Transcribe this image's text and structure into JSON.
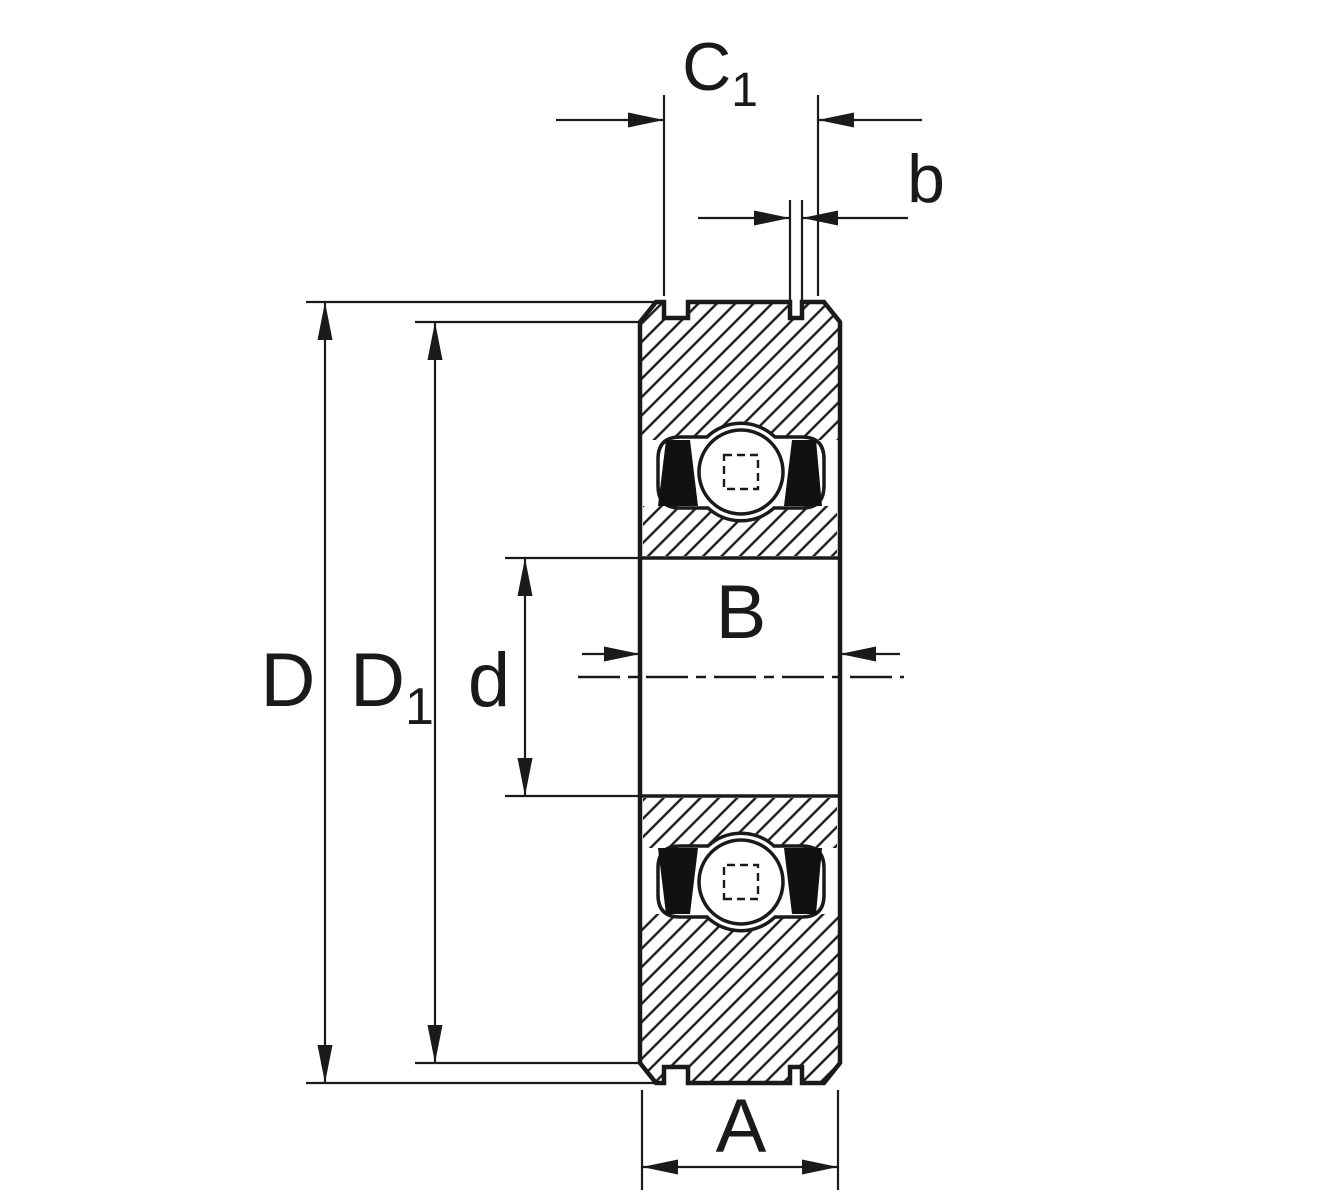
{
  "drawing": {
    "kind": "bearing cross-section technical drawing",
    "colors": {
      "line": "#1a1a1a",
      "background": "#ffffff",
      "seal_fill": "#111111"
    },
    "dimensions": {
      "C1": {
        "main": "C",
        "sub": "1"
      },
      "b": "b",
      "D": "D",
      "D1": {
        "main": "D",
        "sub": "1"
      },
      "d": "d",
      "B": "B",
      "A": "A"
    }
  }
}
